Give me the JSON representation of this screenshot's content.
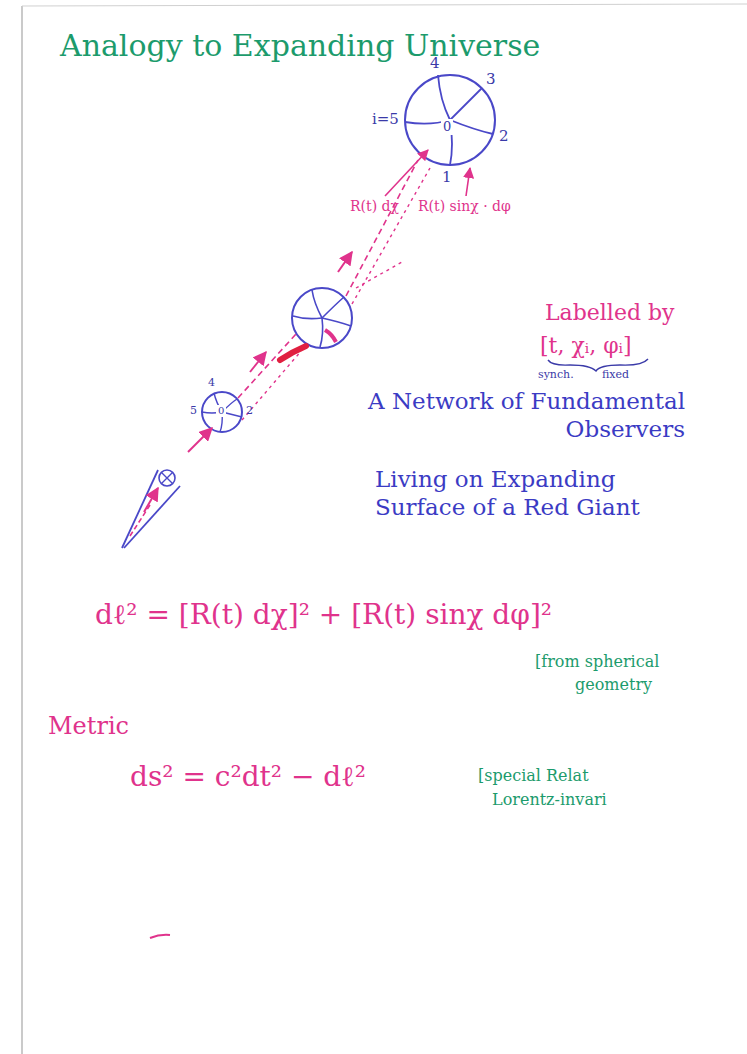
{
  "diagram": {
    "title": "Analogy to Expanding Universe",
    "labels": [
      "4",
      "3",
      "i=5",
      "0",
      "2",
      "1",
      "R(t) dχ",
      "R(t) sinχ · dφ",
      "4",
      "5",
      "0",
      "2",
      "Labelled by",
      "[t, χᵢ, φᵢ]",
      "synch.",
      "fixed",
      "A Network of Fundamental Observers",
      "Living on Expanding Surface of a Red Giant",
      "dℓ² = [R(t) dχ]² + [R(t) sinχ dφ]²",
      "[from spherical",
      "geometry",
      "Metric",
      "ds² = c²dt² − dℓ²",
      "[special Relat",
      "Lorentz-invari"
    ]
  }
}
